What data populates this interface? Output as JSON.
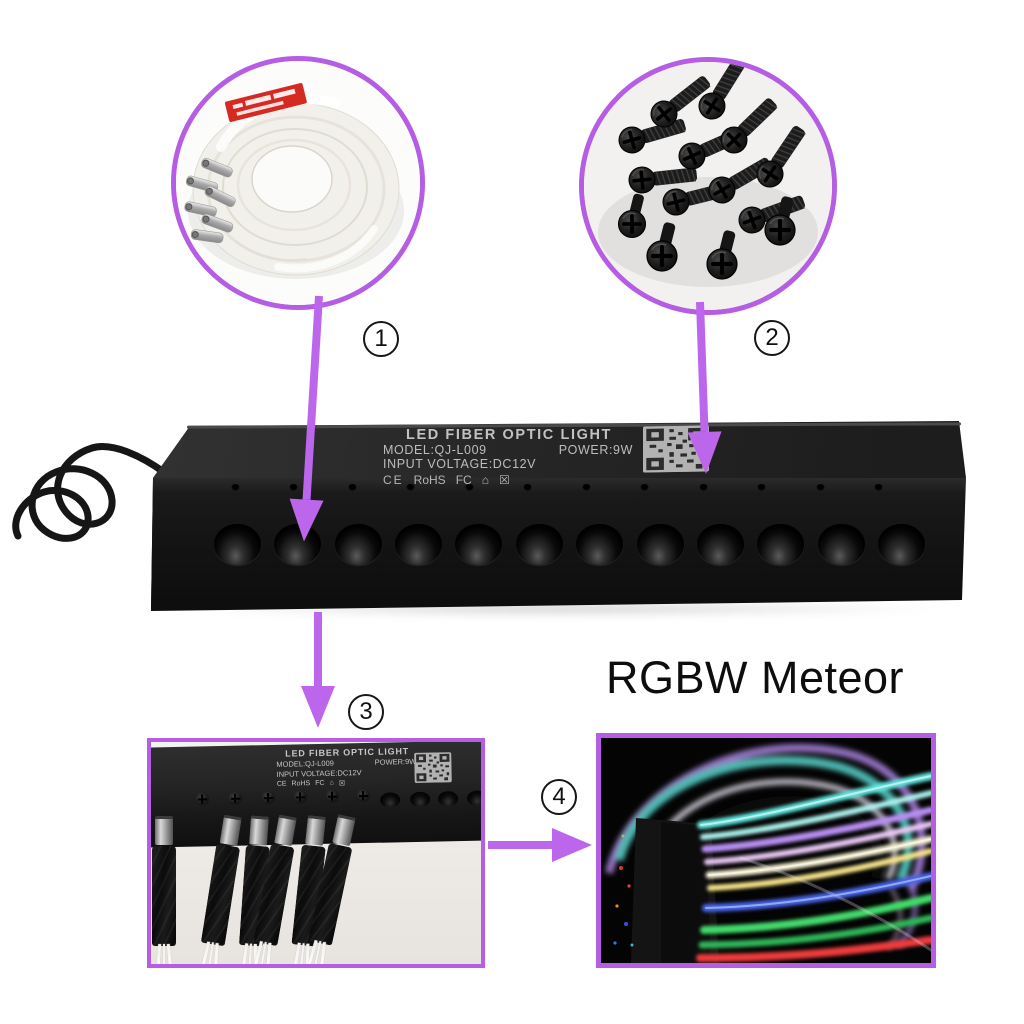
{
  "colors": {
    "arrow_purple": "#bc66ec",
    "frame_purple": "#b55ee4",
    "device_black": "#1a1a1a"
  },
  "heading": {
    "text": "RGBW Meteor"
  },
  "device_label": {
    "title": "LED FIBER OPTIC LIGHT",
    "model": "MODEL:QJ-L009",
    "power": "POWER:9W",
    "voltage": "INPUT VOLTAGE:DC12V",
    "cert_ce": "CE",
    "cert_rohs": "RoHS",
    "cert_fcc": "FC",
    "cert_house_icon": "⌂",
    "cert_weee_icon": "☒"
  },
  "callouts": {
    "step1": "1",
    "step2": "2",
    "step3": "3",
    "step4": "4"
  }
}
